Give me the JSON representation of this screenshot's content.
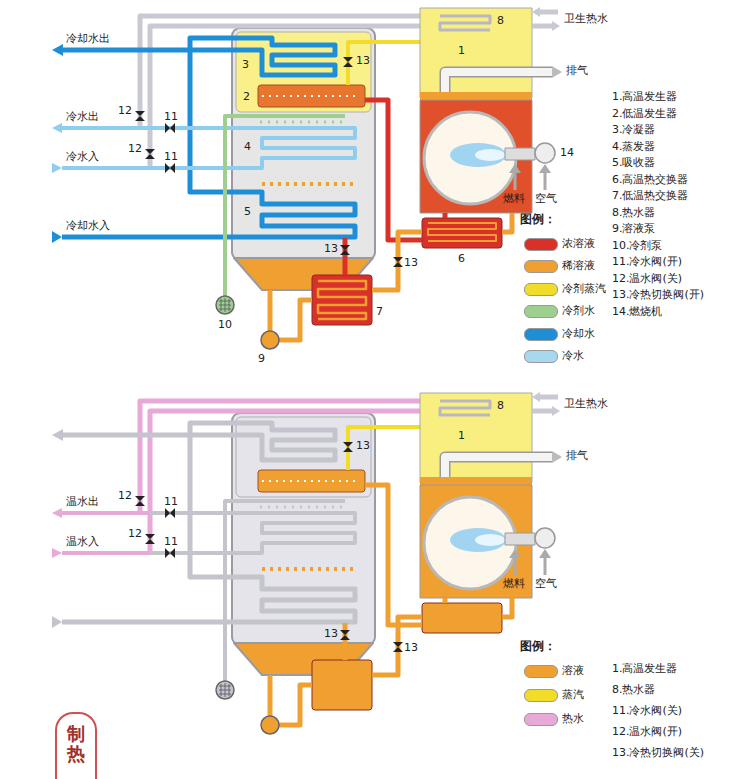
{
  "diagram": {
    "nodes": [
      {
        "text": [
          "制热"
        ]
      }
    ],
    "labels": [
      "卫生热水",
      "排气",
      "燃料",
      "空气",
      "冷却水出",
      "冷水出",
      "冷水入",
      "冷却水入",
      "8",
      "1",
      "3",
      "2",
      "13",
      "4",
      "5",
      "13",
      "13",
      "6",
      "7",
      "9",
      "10",
      "12",
      "11",
      "12",
      "11",
      "14",
      "图例：",
      "1.高温发生器",
      "2.低温发生器",
      "3.冷凝器",
      "4.蒸发器",
      "5.吸收器",
      "6.高温热交换器",
      "7.低温热交换器",
      "8.热水器",
      "9.溶液泵",
      "10.冷剂泵",
      "11.冷水阀(开)",
      "12.温水阀(关)",
      "13.冷热切换阀(开)",
      "14.燃烧机",
      "卫生热水",
      "排气",
      "燃料",
      "空气",
      "温水出",
      "温水入",
      "8",
      "1",
      "13",
      "13",
      "13",
      "12",
      "11",
      "12",
      "11",
      "图例：",
      "1.高温发生器",
      "8.热水器",
      "11.冷水阀(关)",
      "12.温水阀(开)",
      "13.冷热切换阀(关)"
    ],
    "legend": [
      {
        "text": "浓溶液",
        "color": "#d9302a"
      },
      {
        "text": "稀溶液",
        "color": "#f0a030"
      },
      {
        "text": "冷剂蒸汽",
        "color": "#f2dc2a"
      },
      {
        "text": "冷剂水",
        "color": "#9fcf8f"
      },
      {
        "text": "冷却水",
        "color": "#1e8fd6"
      },
      {
        "text": "冷水",
        "color": "#a8d8f0"
      },
      {
        "text": "溶液",
        "color": "#f0a030"
      },
      {
        "text": "蒸汽",
        "color": "#f2dc2a"
      },
      {
        "text": "热水",
        "color": "#e8a8d8"
      }
    ]
  }
}
